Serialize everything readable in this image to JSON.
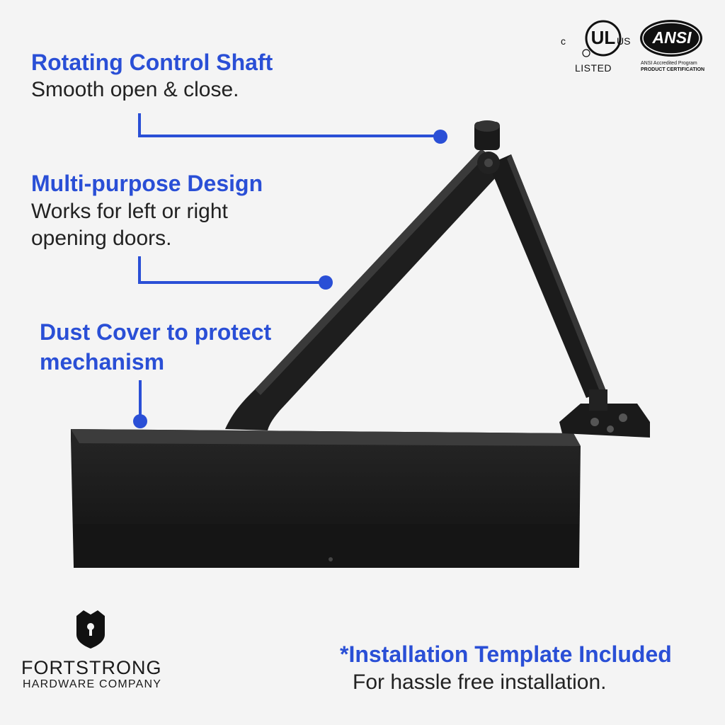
{
  "features": [
    {
      "title": "Rotating Control Shaft",
      "description": "Smooth open & close."
    },
    {
      "title": "Multi-purpose Design",
      "description": "Works for left or right opening doors."
    },
    {
      "title": "Dust Cover to protect mechanism"
    }
  ],
  "installation": {
    "title": "*Installation Template Included",
    "description": "For hassle free installation."
  },
  "brand": {
    "name": "FORTSTRONG",
    "tagline": "HARDWARE COMPANY"
  },
  "certifications": {
    "ul": {
      "mark": "UL",
      "prefix": "c",
      "suffix": "US",
      "label": "LISTED"
    },
    "ansi": {
      "mark": "ANSI",
      "line1": "ANSI Accredited Program",
      "line2": "PRODUCT CERTIFICATION"
    }
  },
  "colors": {
    "accent": "#2a4fd6",
    "product": "#1c1c1c",
    "background": "#f4f4f4"
  }
}
